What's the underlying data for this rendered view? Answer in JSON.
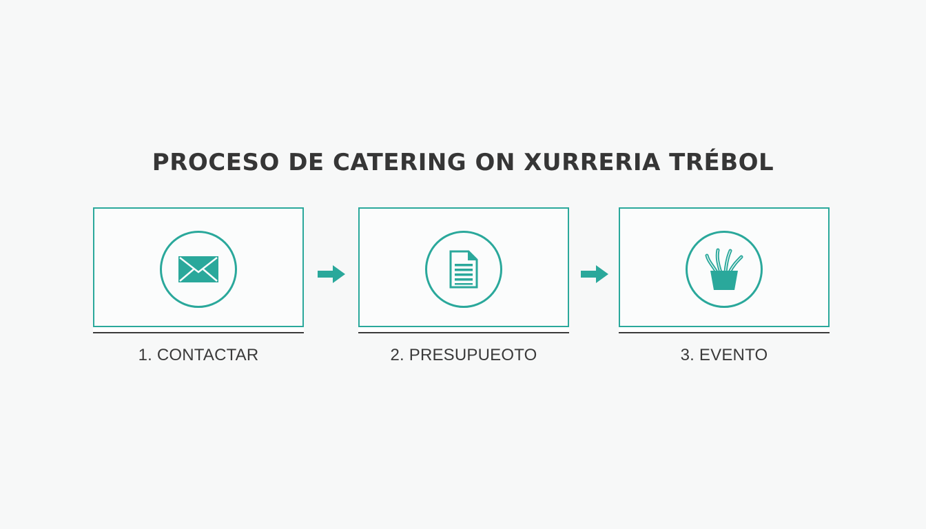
{
  "title": "PROCESO DE CATERING ON XURRERIA TRÉBOL",
  "accent_color": "#2aa89b",
  "steps": [
    {
      "label": "1. CONTACTAR",
      "icon": "envelope-icon"
    },
    {
      "label": "2. PRESUPUEOTO",
      "icon": "document-icon"
    },
    {
      "label": "3. EVENTO",
      "icon": "churros-cup-icon"
    }
  ]
}
